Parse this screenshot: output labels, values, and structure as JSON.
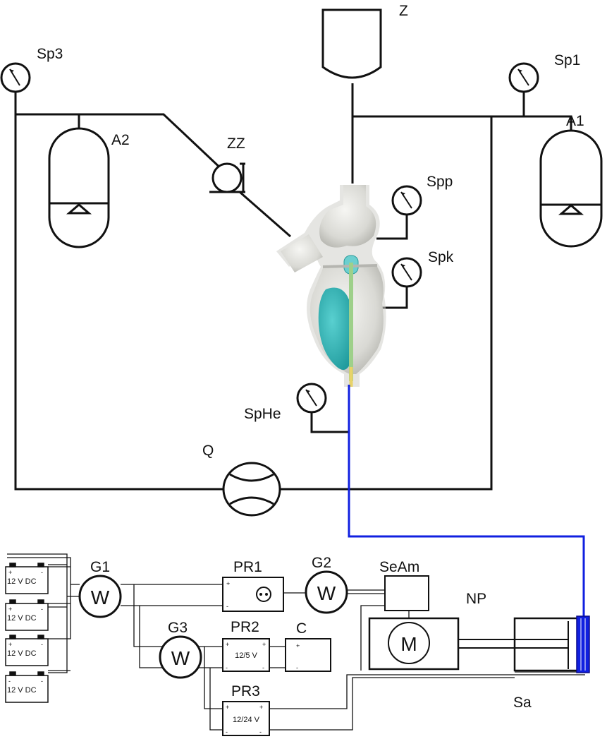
{
  "labels": {
    "z": "Z",
    "sp3": "Sp3",
    "sp1": "Sp1",
    "a1": "A1",
    "a2": "A2",
    "zz": "ZZ",
    "spp": "Spp",
    "spk": "Spk",
    "sphe": "SpHe",
    "q": "Q",
    "g1": "G1",
    "g2": "G2",
    "g3": "G3",
    "pr1": "PR1",
    "pr2": "PR2",
    "pr3": "PR3",
    "c": "C",
    "seam": "SeAm",
    "np": "NP",
    "m": "M",
    "sa": "Sa",
    "w": "W"
  },
  "batteries": [
    "12 V DC",
    "12 V DC",
    "12 V DC",
    "12 V DC"
  ],
  "converters": {
    "pr2_rating": "12/5 V",
    "pr3_rating": "12/24 V"
  },
  "terminals": {
    "plus": "+",
    "minus": "-"
  },
  "colors": {
    "line": "#111111",
    "blue_line": "#1020e0",
    "heart_body": "#e2e2de",
    "heart_chamber": "#2eb4b4",
    "catheter": "#9ed08a"
  }
}
